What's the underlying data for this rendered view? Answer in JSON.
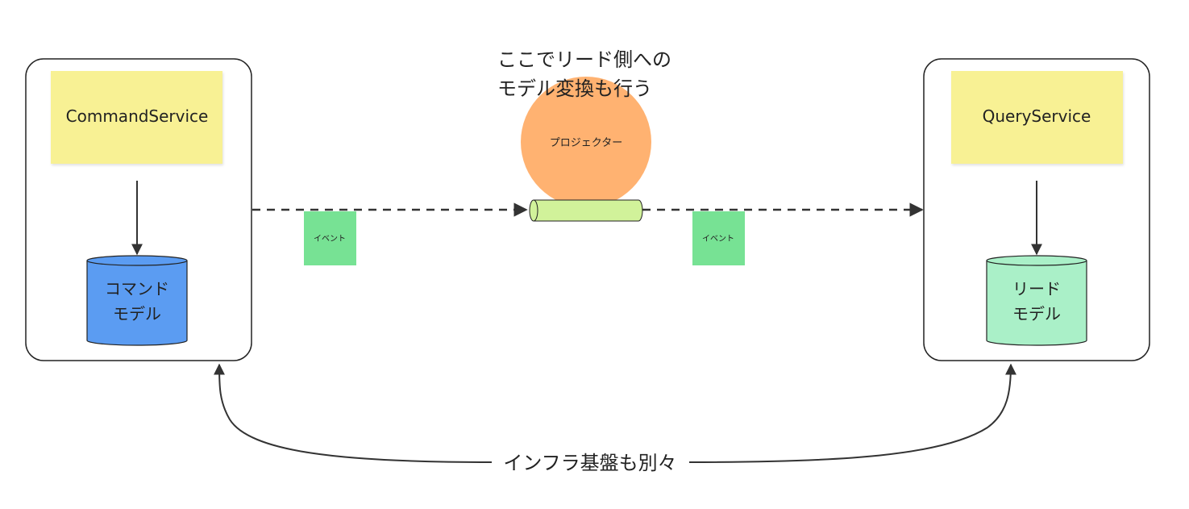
{
  "command_side": {
    "service_label": "CommandService",
    "db_label_line1": "コマンド",
    "db_label_line2": "モデル"
  },
  "query_side": {
    "service_label": "QueryService",
    "db_label_line1": "リード",
    "db_label_line2": "モデル"
  },
  "event_bus": {
    "event_label_left": "イベント",
    "event_label_right": "イベント",
    "projector_label": "プロジェクター"
  },
  "annotations": {
    "projector_note_line1": "ここでリード側への",
    "projector_note_line2": "モデル変換も行う",
    "infrastructure_note": "インフラ基盤も別々"
  },
  "colors": {
    "sticky": "#f8f194",
    "command_db": "#5b9cf2",
    "read_db": "#aaf0c8",
    "event_note": "#77e294",
    "projector": "#ffb271",
    "bus_pipe": "#d1f29a",
    "line": "#333333"
  }
}
